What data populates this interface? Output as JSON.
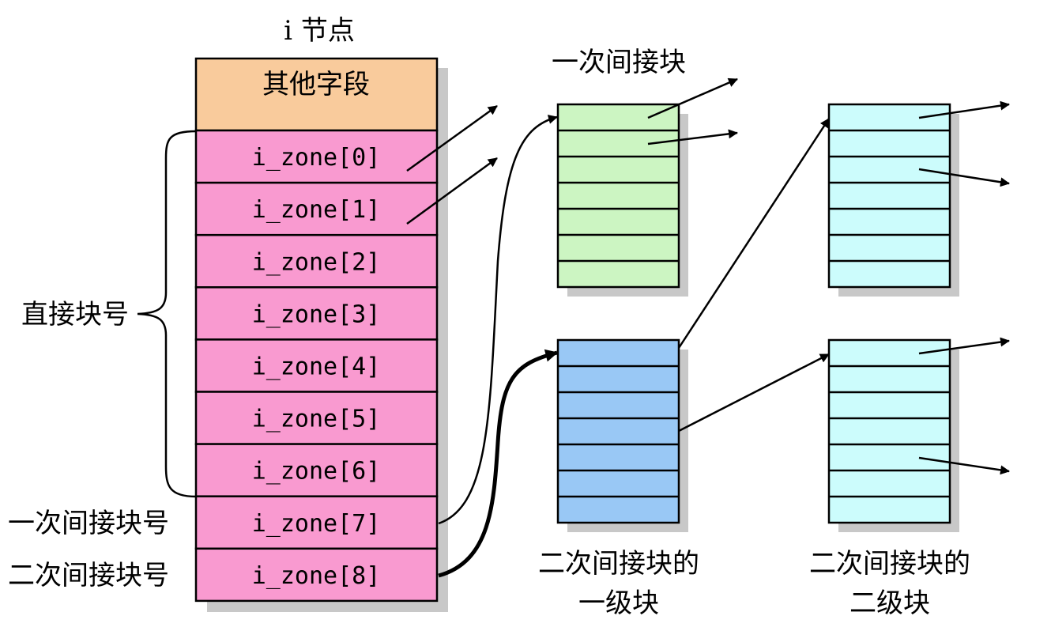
{
  "inode": {
    "title": "i 节点",
    "other_fields_label": "其他字段",
    "zones": [
      "i_zone[0]",
      "i_zone[1]",
      "i_zone[2]",
      "i_zone[3]",
      "i_zone[4]",
      "i_zone[5]",
      "i_zone[6]",
      "i_zone[7]",
      "i_zone[8]"
    ]
  },
  "labels": {
    "direct_blocks": "直接块号",
    "single_indirect_number": "一次间接块号",
    "double_indirect_number": "二次间接块号",
    "single_indirect_block": "一次间接块",
    "double_level1_line1": "二次间接块的",
    "double_level1_line2": "一级块",
    "double_level2_line1": "二次间接块的",
    "double_level2_line2": "二级块"
  },
  "colors": {
    "other_fields": "#f9cb9c",
    "zones": "#f99ad0",
    "single_indirect": "#ccf5c2",
    "double_level1": "#99c8f5",
    "double_level2": "#ccfcfc",
    "shadow": "#c8c8c8"
  }
}
